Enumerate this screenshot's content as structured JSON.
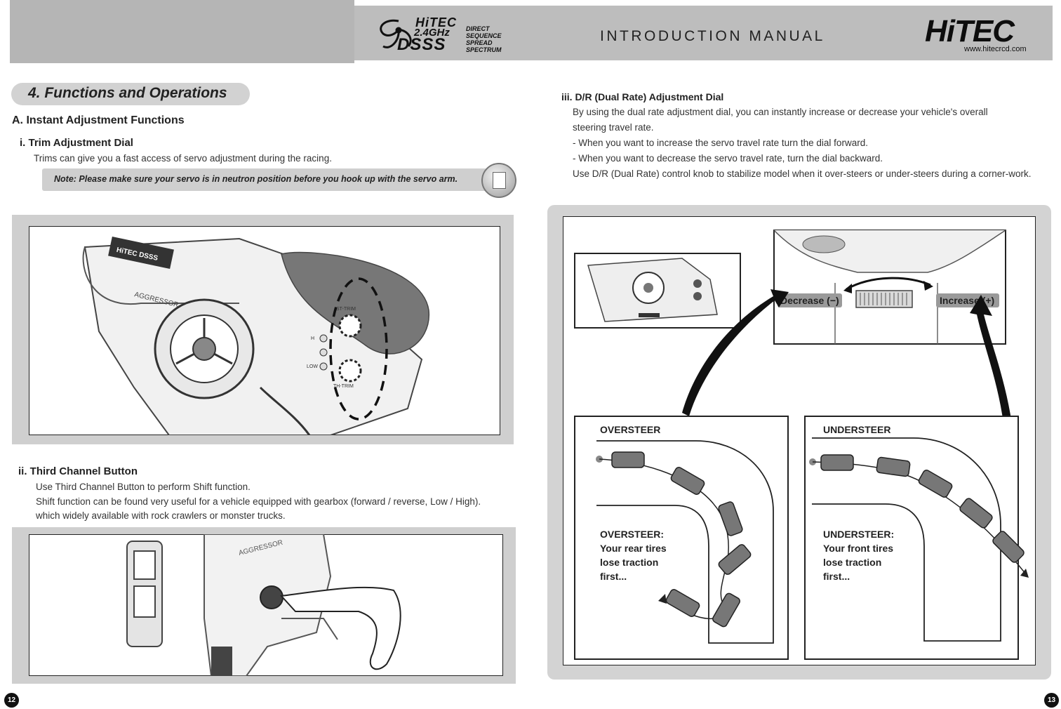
{
  "header": {
    "dsss_brand": "HiTEC",
    "dsss_frequency": "2.4GHz",
    "dsss_acronym": "DSSS",
    "dsss_line1": "DIRECT",
    "dsss_line2": "SEQUENCE",
    "dsss_line3": "SPREAD",
    "dsss_line4": "SPECTRUM",
    "title": "INTRODUCTION MANUAL",
    "brand_logo": "HiTEC",
    "url": "www.hitecrcd.com"
  },
  "left": {
    "section_title": "4. Functions and Operations",
    "subsection": "A. Instant Adjustment Functions",
    "trim_heading": "i.  Trim Adjustment Dial",
    "trim_text": "Trims can give you a fast access of servo adjustment during the racing.",
    "note": "Note: Please make sure your servo is in neutron position before you hook up with the servo arm.",
    "fig1_labels": {
      "logo": "HiTEC DSSS",
      "model": "AGGRESSOR",
      "st_trim": "ST-TRIM",
      "th_trim": "TH-TRIM",
      "high": "H",
      "low": "LOW"
    },
    "third_heading": "ii. Third Channel Button",
    "third_lines": [
      "Use Third Channel Button to perform Shift function.",
      "Shift function can be found very useful for a vehicle equipped with gearbox (forward / reverse, Low / High).",
      "which widely available with rock crawlers or monster trucks."
    ],
    "fig2_labels": {
      "model": "AGGRESSOR"
    },
    "page_number": "12"
  },
  "right": {
    "dr_heading": "iii. D/R (Dual Rate) Adjustment Dial",
    "dr_lines": [
      "By using the dual rate adjustment dial, you can instantly increase or decrease your vehicle's overall",
      "steering travel rate.",
      "- When you want to increase the servo travel rate turn the dial forward.",
      "- When you want to decrease the servo travel rate, turn the dial backward.",
      "Use D/R (Dual Rate) control knob to stabilize model when it over-steers or under-steers during a corner-work."
    ],
    "decrease_label": "Decrease (−)",
    "increase_label": "Increase (+)",
    "oversteer": {
      "title": "OVERSTEER",
      "caption": [
        "OVERSTEER:",
        "Your rear tires",
        "lose traction",
        "first..."
      ]
    },
    "understeer": {
      "title": "UNDERSTEER",
      "caption": [
        "UNDERSTEER:",
        "Your front tires",
        "lose traction",
        "first..."
      ]
    },
    "page_number": "13"
  },
  "colors": {
    "header_gray": "#bdbdbd",
    "panel_gray": "#cfcfcf",
    "pill_gray": "#d2d2d2",
    "arrow_black": "#111111",
    "decrease_badge": "#9a9a9a"
  }
}
